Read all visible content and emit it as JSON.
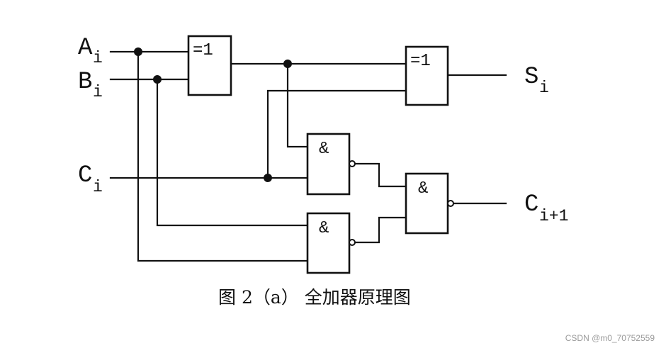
{
  "inputs": {
    "a": {
      "main": "A",
      "sub": "i"
    },
    "b": {
      "main": "B",
      "sub": "i"
    },
    "c": {
      "main": "C",
      "sub": "i"
    }
  },
  "outputs": {
    "sum": {
      "main": "S",
      "sub": "i"
    },
    "carry": {
      "main": "C",
      "sub": "i+1"
    }
  },
  "gates": {
    "xor1": "=1",
    "xor2": "=1",
    "nand1": "&",
    "nand2": "&",
    "nand3": "&"
  },
  "caption": "图 2（a） 全加器原理图",
  "watermark": "CSDN @m0_70752559"
}
